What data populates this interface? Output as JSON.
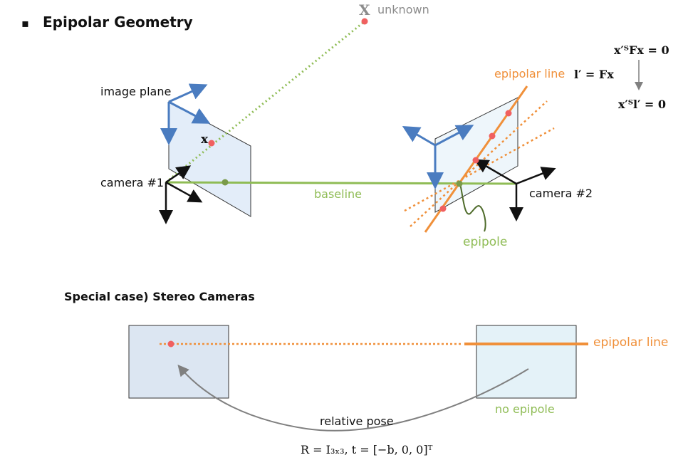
{
  "title": {
    "bullet": "▪",
    "text": "Epipolar Geometry"
  },
  "point_X": {
    "symbol": "X",
    "label": "unknown"
  },
  "labels": {
    "image_plane": "image plane",
    "camera1": "camera #1",
    "camera2": "camera #2",
    "baseline": "baseline",
    "epipolar_line": "epipolar line",
    "epipole": "epipole",
    "image_point": "x"
  },
  "equations": {
    "fundamental": "x′ᵀFx = 0",
    "line_def": "l′ = Fx",
    "line_constraint": "x′ᵀl′ = 0"
  },
  "stereo": {
    "heading": "Special case) Stereo Cameras",
    "epipolar_line": "epipolar line",
    "no_epipole": "no epipole",
    "relative_pose": "relative pose",
    "pose_eq": "R = I₃ₓ₃,  t = [−b, 0, 0]ᵀ"
  },
  "colors": {
    "text": "#111111",
    "gray": "#8c8c8c",
    "blue_axis": "#4a7cc0",
    "green": "#8fbc55",
    "green_dark": "#4e6b2a",
    "orange": "#f0903a",
    "red_point": "#f06060",
    "plane_left": "#e3edf9",
    "plane_right": "#eef6fb",
    "stereo_left": "#dce6f2",
    "stereo_right": "#e4f2f8"
  }
}
